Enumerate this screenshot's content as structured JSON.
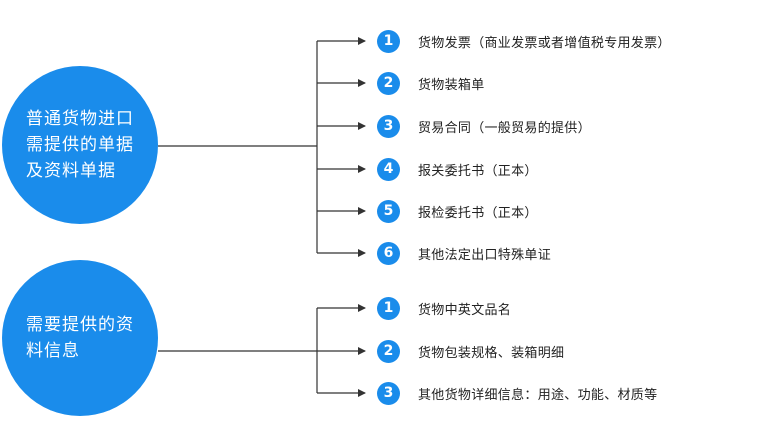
{
  "theme": {
    "accent": "#1a8ceb",
    "connector": "#333333"
  },
  "groups": [
    {
      "title_lines": [
        "普通货物进口",
        "需提供的单据",
        "及资料单据"
      ],
      "items": [
        {
          "num": "1",
          "label": "货物发票（商业发票或者增值税专用发票）"
        },
        {
          "num": "2",
          "label": "货物装箱单"
        },
        {
          "num": "3",
          "label": "贸易合同（一般贸易的提供）"
        },
        {
          "num": "4",
          "label": "报关委托书（正本）"
        },
        {
          "num": "5",
          "label": "报检委托书（正本）"
        },
        {
          "num": "6",
          "label": "其他法定出口特殊单证"
        }
      ]
    },
    {
      "title_lines": [
        "需要提供的资",
        "料信息"
      ],
      "items": [
        {
          "num": "1",
          "label": "货物中英文品名"
        },
        {
          "num": "2",
          "label": "货物包装规格、装箱明细"
        },
        {
          "num": "3",
          "label": "其他货物详细信息：用途、功能、材质等"
        }
      ]
    }
  ]
}
